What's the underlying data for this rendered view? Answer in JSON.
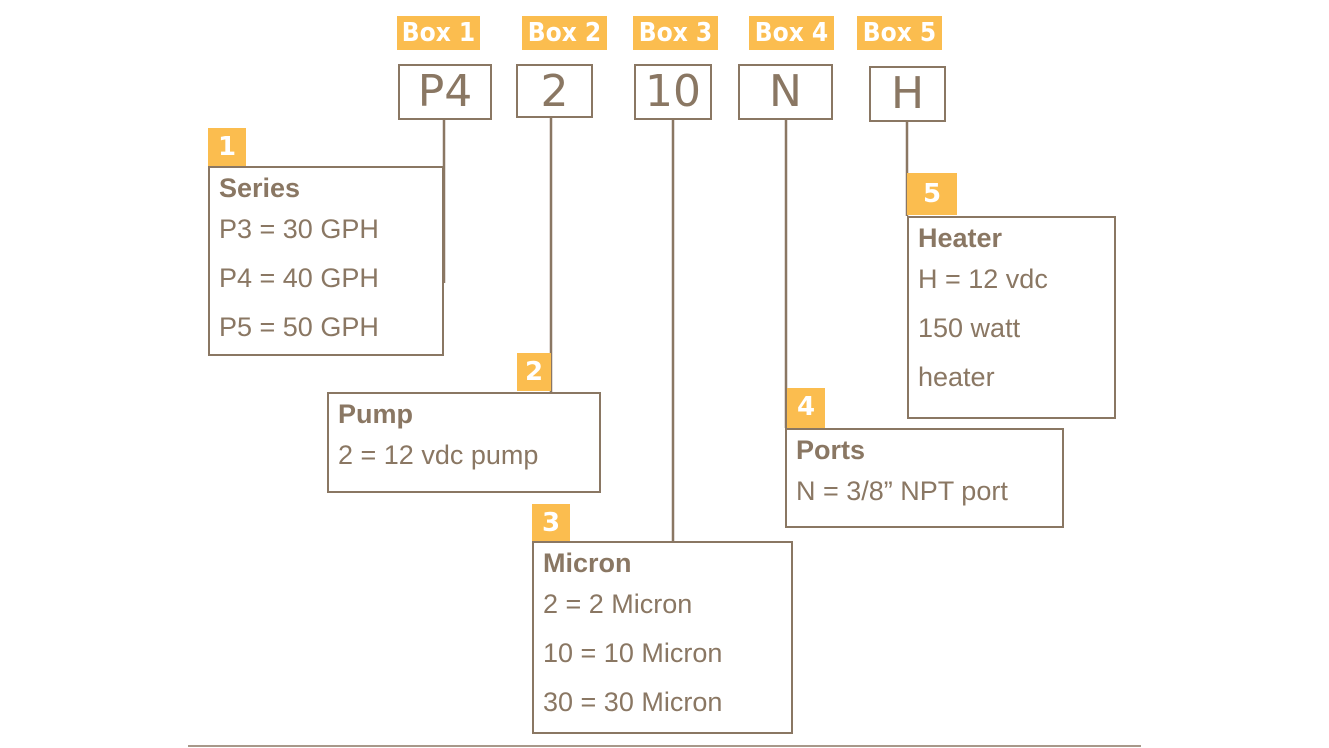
{
  "code_boxes": [
    {
      "tag": "Box 1",
      "value": "P4"
    },
    {
      "tag": "Box 2",
      "value": "2"
    },
    {
      "tag": "Box 3",
      "value": "10"
    },
    {
      "tag": "Box 4",
      "value": "N"
    },
    {
      "tag": "Box 5",
      "value": "H"
    }
  ],
  "options": {
    "series": {
      "number": "1",
      "title": "Series",
      "lines": [
        "P3 = 30 GPH",
        "P4 = 40 GPH",
        "P5 = 50 GPH"
      ]
    },
    "pump": {
      "number": "2",
      "title": "Pump",
      "lines": [
        "2 = 12 vdc pump"
      ]
    },
    "micron": {
      "number": "3",
      "title": "Micron",
      "lines": [
        "2 = 2 Micron",
        "10 = 10 Micron",
        "30 = 30 Micron"
      ]
    },
    "ports": {
      "number": "4",
      "title": "Ports",
      "lines": [
        "N = 3/8” NPT port"
      ]
    },
    "heater": {
      "number": "5",
      "title": "Heater",
      "lines": [
        "H = 12 vdc",
        "150 watt",
        "heater"
      ]
    }
  },
  "colors": {
    "accent": "#fbbd4f",
    "line": "#8a7763",
    "text": "#8a7763"
  }
}
